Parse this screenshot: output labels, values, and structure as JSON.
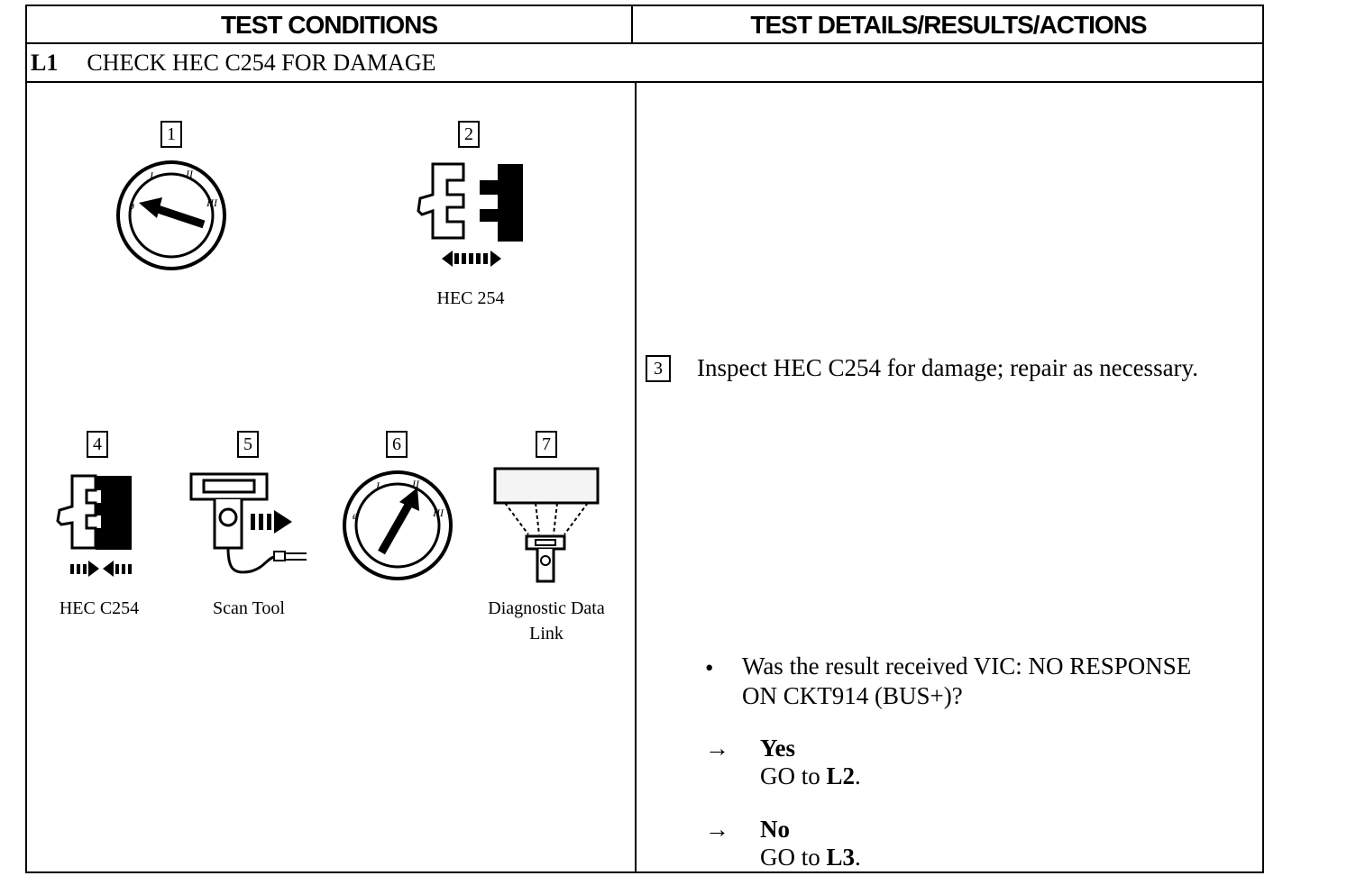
{
  "header": {
    "left": "TEST CONDITIONS",
    "right": "TEST DETAILS/RESULTS/ACTIONS"
  },
  "step": {
    "code": "L1",
    "title": "CHECK HEC C254 FOR DAMAGE"
  },
  "figures": [
    {
      "num": "1",
      "icon": "ignition-switch-off-icon",
      "caption": ""
    },
    {
      "num": "2",
      "icon": "connector-disconnect-icon",
      "caption": "HEC 254"
    },
    {
      "num": "4",
      "icon": "connector-connect-icon",
      "caption": "HEC C254"
    },
    {
      "num": "5",
      "icon": "scan-tool-icon",
      "caption": "Scan Tool"
    },
    {
      "num": "6",
      "icon": "ignition-switch-run-icon",
      "caption": ""
    },
    {
      "num": "7",
      "icon": "diagnostic-data-link-icon",
      "caption_line1": "Diagnostic Data",
      "caption_line2": "Link"
    }
  ],
  "details": {
    "step3_num": "3",
    "step3_text": "Inspect HEC C254 for damage; repair as necessary.",
    "bullet": "•",
    "question_line1": "Was the result received VIC: NO RESPONSE",
    "question_line2": "ON CKT914 (BUS+)?",
    "arrow": "→",
    "yes_label": "Yes",
    "yes_action_prefix": "GO to ",
    "yes_action_target": "L2",
    "no_label": "No",
    "no_action_prefix": "GO to ",
    "no_action_target": "L3",
    "period": "."
  }
}
